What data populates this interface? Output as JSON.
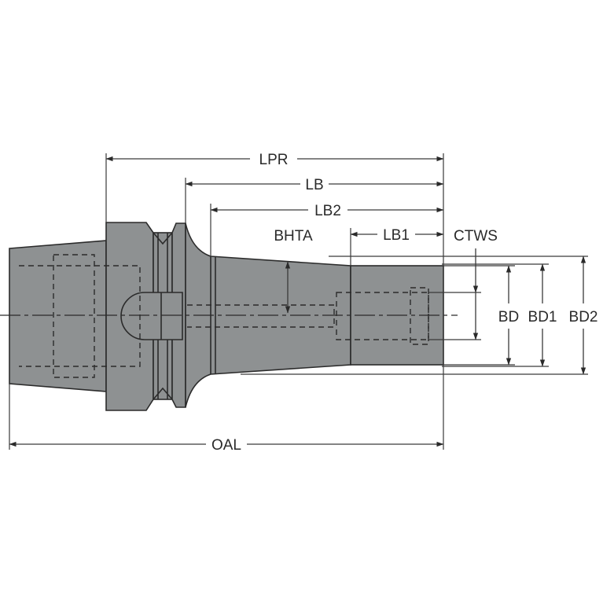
{
  "labels": {
    "lpr": "LPR",
    "lb": "LB",
    "lb2": "LB2",
    "lb1": "LB1",
    "bhta": "BHTA",
    "ctws": "CTWS",
    "bd": "BD",
    "bd1": "BD1",
    "bd2": "BD2",
    "oal": "OAL"
  },
  "colors": {
    "body": "#8e9192",
    "outline": "#2b2b2b",
    "background": "#ffffff"
  }
}
